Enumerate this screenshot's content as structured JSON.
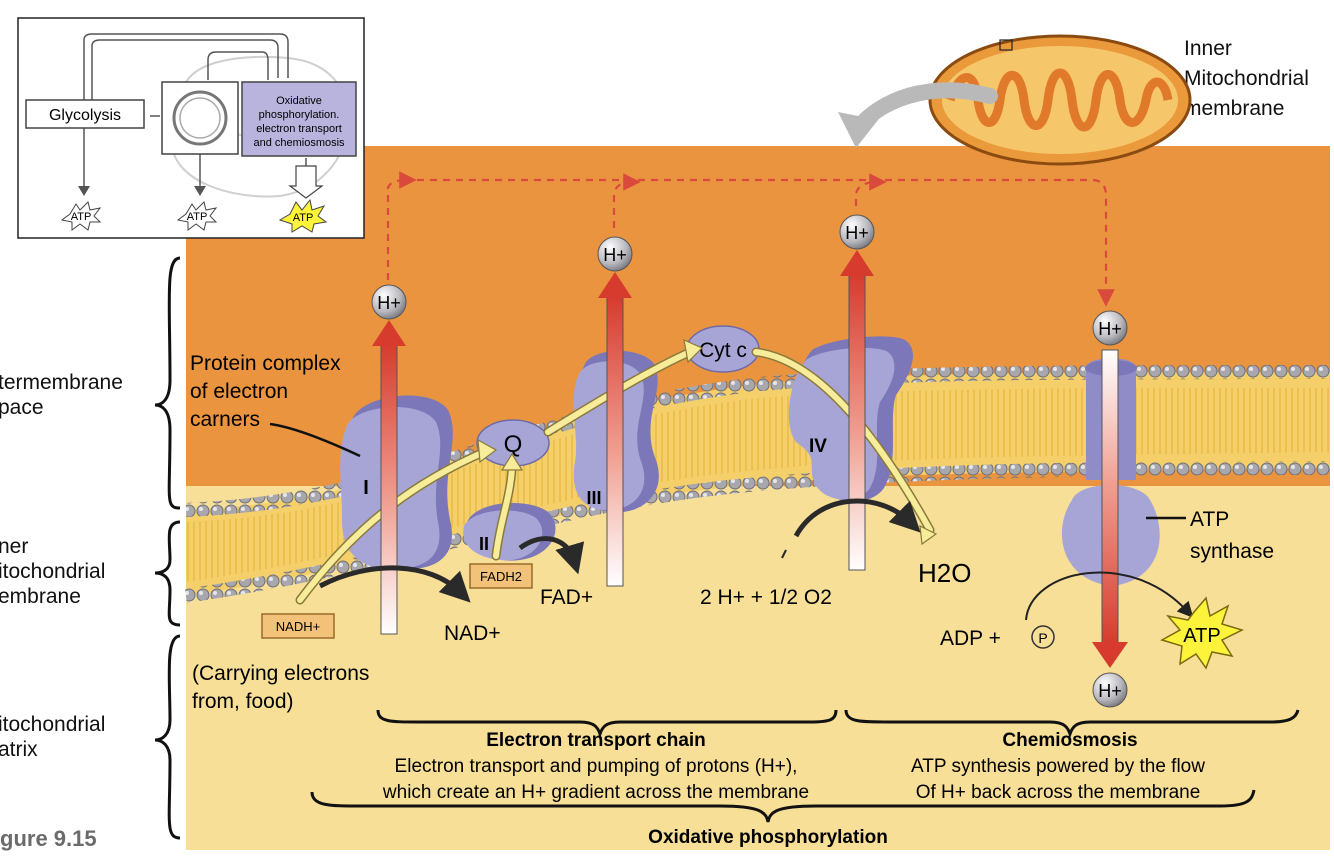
{
  "labels": {
    "inner_membrane_title": [
      "Inner",
      "Mitochondrial",
      "membrane"
    ],
    "side": {
      "intermembrane": [
        "termembrane",
        "pace"
      ],
      "inner_membrane": [
        "ner",
        "itochondrial",
        "embrane"
      ],
      "matrix": [
        "itochondrial",
        "atrix"
      ]
    },
    "figure": "gure 9.15",
    "protein_complex": [
      "Protein complex",
      "of electron",
      "carners"
    ],
    "complex_I": "I",
    "complex_II": "II",
    "complex_III": "III",
    "complex_IV": "IV",
    "Q": "Q",
    "cyt_c": "Cyt c",
    "h_plus": "H+",
    "nadh": "NADH+",
    "nad": "NAD+",
    "fadh2": "FADH2",
    "fad": "FAD+",
    "reaction_o2": "2 H+ + 1/2 O2",
    "water": "H2O",
    "adp": "ADP +",
    "pi": "P",
    "atp": "ATP",
    "atp_synthase": [
      "ATP",
      "synthase"
    ],
    "carrying": [
      "(Carrying electrons",
      "from, food)"
    ],
    "etc_title": "Electron transport chain",
    "etc_desc": [
      "Electron transport and pumping of protons (H+),",
      "which create an H+ gradient across the membrane"
    ],
    "chemi_title": "Chemiosmosis",
    "chemi_desc": [
      "ATP synthesis powered by the flow",
      "Of H+ back across the membrane"
    ],
    "oxphos": "Oxidative phosphorylation"
  },
  "inset": {
    "glycolysis": "Glycolysis",
    "oxidative": [
      "Oxidative",
      "phosphorylation.",
      "electron transport",
      "and chemiosmosis"
    ],
    "atp": [
      "ATP",
      "ATP",
      "ATP"
    ]
  },
  "colors": {
    "intermembrane": "#ea9440",
    "matrix": "#f7df97",
    "protein": "#a7a5d6",
    "electron_path": "#f6ec9a",
    "proton_arrow": "#d63b2e"
  }
}
